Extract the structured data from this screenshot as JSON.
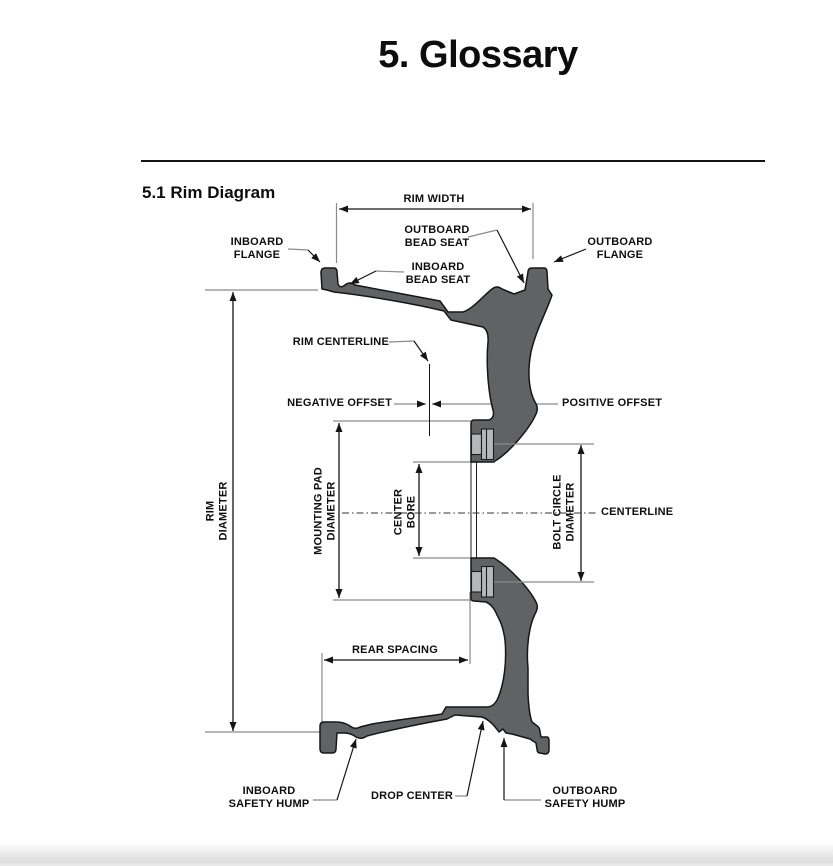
{
  "page": {
    "title": "5. Glossary",
    "section_heading": "5.1 Rim Diagram"
  },
  "diagram": {
    "labels": {
      "rim_width": "RIM WIDTH",
      "inboard_flange": [
        "INBOARD",
        "FLANGE"
      ],
      "outboard_bead_seat": [
        "OUTBOARD",
        "BEAD SEAT"
      ],
      "inboard_bead_seat": [
        "INBOARD",
        "BEAD SEAT"
      ],
      "outboard_flange": [
        "OUTBOARD",
        "FLANGE"
      ],
      "rim_centerline": "RIM CENTERLINE",
      "negative_offset": "NEGATIVE OFFSET",
      "positive_offset": "POSITIVE OFFSET",
      "rim_diameter": [
        "RIM",
        "DIAMETER"
      ],
      "mounting_pad_diameter": [
        "MOUNTING PAD",
        "DIAMETER"
      ],
      "center_bore": [
        "CENTER",
        "BORE"
      ],
      "bolt_circle_diameter": [
        "BOLT CIRCLE",
        "DIAMETER"
      ],
      "centerline": "CENTERLINE",
      "rear_spacing": "REAR SPACING",
      "inboard_safety_hump": [
        "INBOARD",
        "SAFETY HUMP"
      ],
      "drop_center": "DROP CENTER",
      "outboard_safety_hump": [
        "OUTBOARD",
        "SAFETY HUMP"
      ]
    },
    "colors": {
      "rim_fill": "#616264",
      "bolt_fill": "#b6b7b9",
      "line_gray": "#8a8a8a",
      "ink": "#151515"
    }
  }
}
